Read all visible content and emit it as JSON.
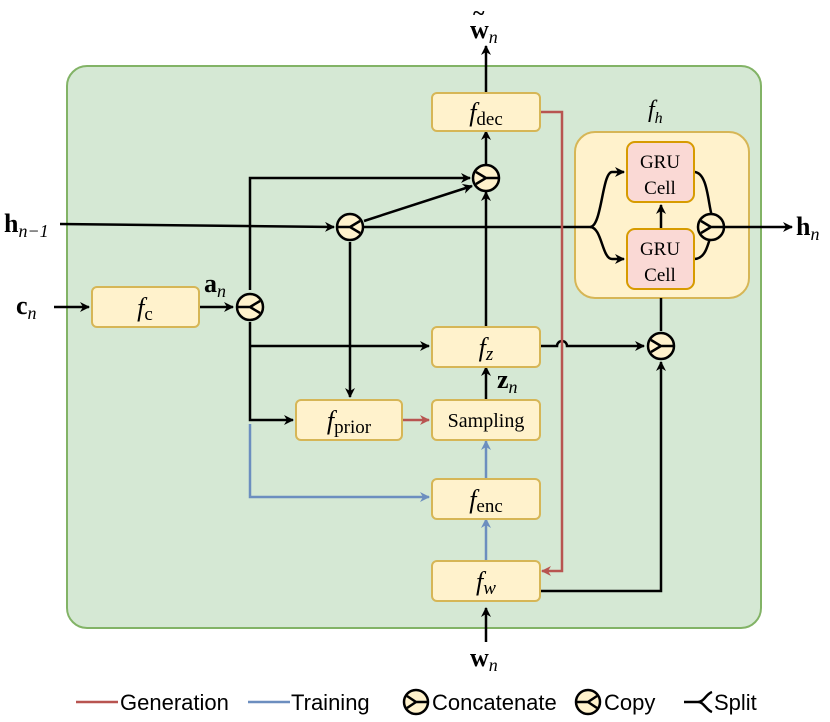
{
  "outer_box": {
    "fill": "#d5e8d4",
    "stroke": "#82b366"
  },
  "fh_box": {
    "fill": "#fff2cc",
    "stroke": "#d6b656",
    "label": "f",
    "label_sub": "h"
  },
  "blocks": {
    "fdec": {
      "main": "f",
      "sub": "dec"
    },
    "fc": {
      "main": "f",
      "sub": "c"
    },
    "fz": {
      "main": "f",
      "sub": "z"
    },
    "fprior": {
      "main": "f",
      "sub": "prior"
    },
    "sampling": {
      "label": "Sampling"
    },
    "fenc": {
      "main": "f",
      "sub": "enc"
    },
    "fw": {
      "main": "f",
      "sub": "w"
    },
    "gru_top": {
      "line1": "GRU",
      "line2": "Cell"
    },
    "gru_bottom": {
      "line1": "GRU",
      "line2": "Cell"
    }
  },
  "signals": {
    "w_tilde": {
      "main": "w",
      "sub": "n",
      "accent": "~"
    },
    "h_prev": {
      "main": "h",
      "sub": "n−1"
    },
    "h_next": {
      "main": "h",
      "sub": "n"
    },
    "c_n": {
      "main": "c",
      "sub": "n"
    },
    "a_n": {
      "main": "a",
      "sub": "n"
    },
    "z_n": {
      "main": "z",
      "sub": "n"
    },
    "w_n": {
      "main": "w",
      "sub": "n"
    }
  },
  "legend": {
    "generation": "Generation",
    "training": "Training",
    "concatenate": "Concatenate",
    "copy": "Copy",
    "split": "Split"
  },
  "colors": {
    "generation": "#b85450",
    "training": "#6c8ebf",
    "block_fill": "#fff2cc",
    "block_stroke": "#d6b656",
    "gru_fill": "#fad9d5",
    "gru_stroke": "#d79b00",
    "line": "#000000"
  }
}
